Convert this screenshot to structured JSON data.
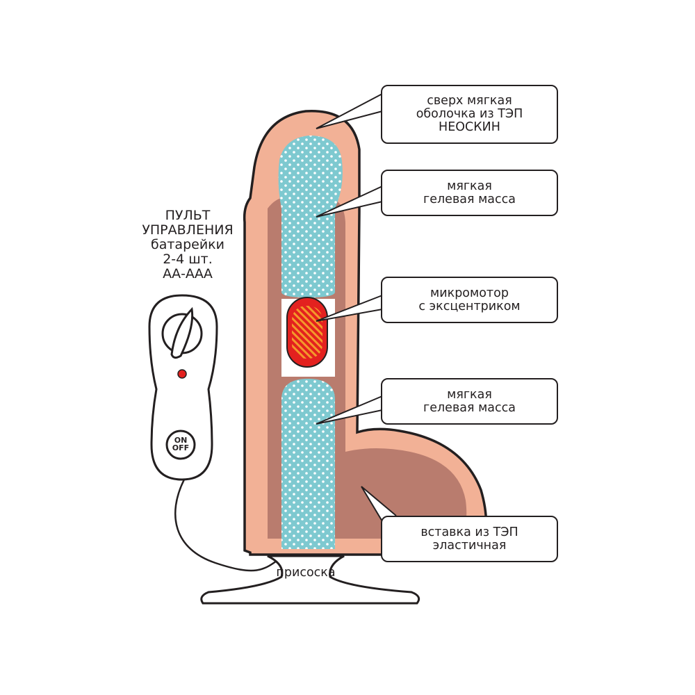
{
  "remote": {
    "title_line1": "ПУЛЬТ",
    "title_line2": "УПРАВЛЕНИЯ",
    "batteries_line1": "батарейки",
    "batteries_line2": "2-4 шт.",
    "batteries_line3": "АА-ААА",
    "on_label": "ON",
    "off_label": "OFF"
  },
  "callouts": [
    {
      "lines": [
        "сверх мягкая",
        "оболочка из ТЭП",
        "НЕОСКИН"
      ]
    },
    {
      "lines": [
        "мягкая",
        "гелевая масса"
      ]
    },
    {
      "lines": [
        "микромотор",
        "с эксцентриком"
      ]
    },
    {
      "lines": [
        "мягкая",
        "гелевая масса"
      ]
    },
    {
      "lines": [
        "вставка из ТЭП",
        "эластичная"
      ]
    }
  ],
  "base_label": "присоска",
  "colors": {
    "outline": "#231f20",
    "shell": "#f2b196",
    "insert": "#b97c6e",
    "gel": "#7ec9d0",
    "motor": "#e3211f",
    "motor_stripes": "#f39a2a",
    "led": "#e3211f"
  }
}
